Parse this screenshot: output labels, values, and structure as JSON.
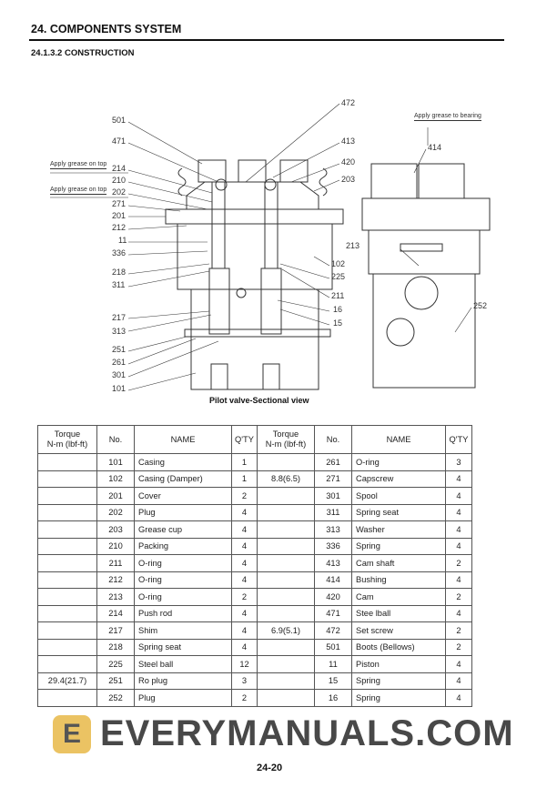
{
  "header": {
    "title": "24.  COMPONENTS SYSTEM",
    "section": "24.1.3.2 CONSTRUCTION"
  },
  "diagram": {
    "caption": "Pilot valve-Sectional view",
    "notes": {
      "grease_top_1": "Apply grease on top",
      "grease_top_2": "Apply grease on top",
      "grease_bearing": "Apply grease to bearing"
    },
    "left_labels": [
      "501",
      "471",
      "214",
      "210",
      "202",
      "271",
      "201",
      "212",
      "11",
      "336",
      "218",
      "311",
      "217",
      "313",
      "251",
      "261",
      "301",
      "101"
    ],
    "right_labels": [
      "472",
      "413",
      "420",
      "203",
      "102",
      "225",
      "211",
      "16",
      "15"
    ],
    "side_labels": [
      "414",
      "213",
      "252"
    ]
  },
  "table": {
    "headers": {
      "torque": "Torque",
      "torque_unit": "N-m (lbf-ft)",
      "no": "No.",
      "name": "NAME",
      "qty": "Q'TY"
    },
    "rows": [
      {
        "t1": "",
        "n1": "101",
        "name1": "Casing",
        "q1": "1",
        "t2": "",
        "n2": "261",
        "name2": "O-ring",
        "q2": "3"
      },
      {
        "t1": "",
        "n1": "102",
        "name1": "Casing (Damper)",
        "q1": "1",
        "t2": "8.8(6.5)",
        "n2": "271",
        "name2": "Capscrew",
        "q2": "4"
      },
      {
        "t1": "",
        "n1": "201",
        "name1": "Cover",
        "q1": "2",
        "t2": "",
        "n2": "301",
        "name2": "Spool",
        "q2": "4"
      },
      {
        "t1": "",
        "n1": "202",
        "name1": "Plug",
        "q1": "4",
        "t2": "",
        "n2": "311",
        "name2": "Spring seat",
        "q2": "4"
      },
      {
        "t1": "",
        "n1": "203",
        "name1": "Grease cup",
        "q1": "4",
        "t2": "",
        "n2": "313",
        "name2": "Washer",
        "q2": "4"
      },
      {
        "t1": "",
        "n1": "210",
        "name1": "Packing",
        "q1": "4",
        "t2": "",
        "n2": "336",
        "name2": "Spring",
        "q2": "4"
      },
      {
        "t1": "",
        "n1": "211",
        "name1": "O-ring",
        "q1": "4",
        "t2": "",
        "n2": "413",
        "name2": "Cam shaft",
        "q2": "2"
      },
      {
        "t1": "",
        "n1": "212",
        "name1": "O-ring",
        "q1": "4",
        "t2": "",
        "n2": "414",
        "name2": "Bushing",
        "q2": "4"
      },
      {
        "t1": "",
        "n1": "213",
        "name1": "O-ring",
        "q1": "2",
        "t2": "",
        "n2": "420",
        "name2": "Cam",
        "q2": "2"
      },
      {
        "t1": "",
        "n1": "214",
        "name1": "Push rod",
        "q1": "4",
        "t2": "",
        "n2": "471",
        "name2": "Stee lball",
        "q2": "4"
      },
      {
        "t1": "",
        "n1": "217",
        "name1": "Shim",
        "q1": "4",
        "t2": "6.9(5.1)",
        "n2": "472",
        "name2": "Set screw",
        "q2": "2"
      },
      {
        "t1": "",
        "n1": "218",
        "name1": "Spring seat",
        "q1": "4",
        "t2": "",
        "n2": "501",
        "name2": "Boots (Bellows)",
        "q2": "2"
      },
      {
        "t1": "",
        "n1": "225",
        "name1": "Steel ball",
        "q1": "12",
        "t2": "",
        "n2": "11",
        "name2": "Piston",
        "q2": "4"
      },
      {
        "t1": "29.4(21.7)",
        "n1": "251",
        "name1": "Ro plug",
        "q1": "3",
        "t2": "",
        "n2": "15",
        "name2": "Spring",
        "q2": "4"
      },
      {
        "t1": "",
        "n1": "252",
        "name1": "Plug",
        "q1": "2",
        "t2": "",
        "n2": "16",
        "name2": "Spring",
        "q2": "4"
      }
    ]
  },
  "watermark": {
    "text": "EVERYMANUALS.COM",
    "logo": "E"
  },
  "footer": {
    "page": "24-20"
  }
}
